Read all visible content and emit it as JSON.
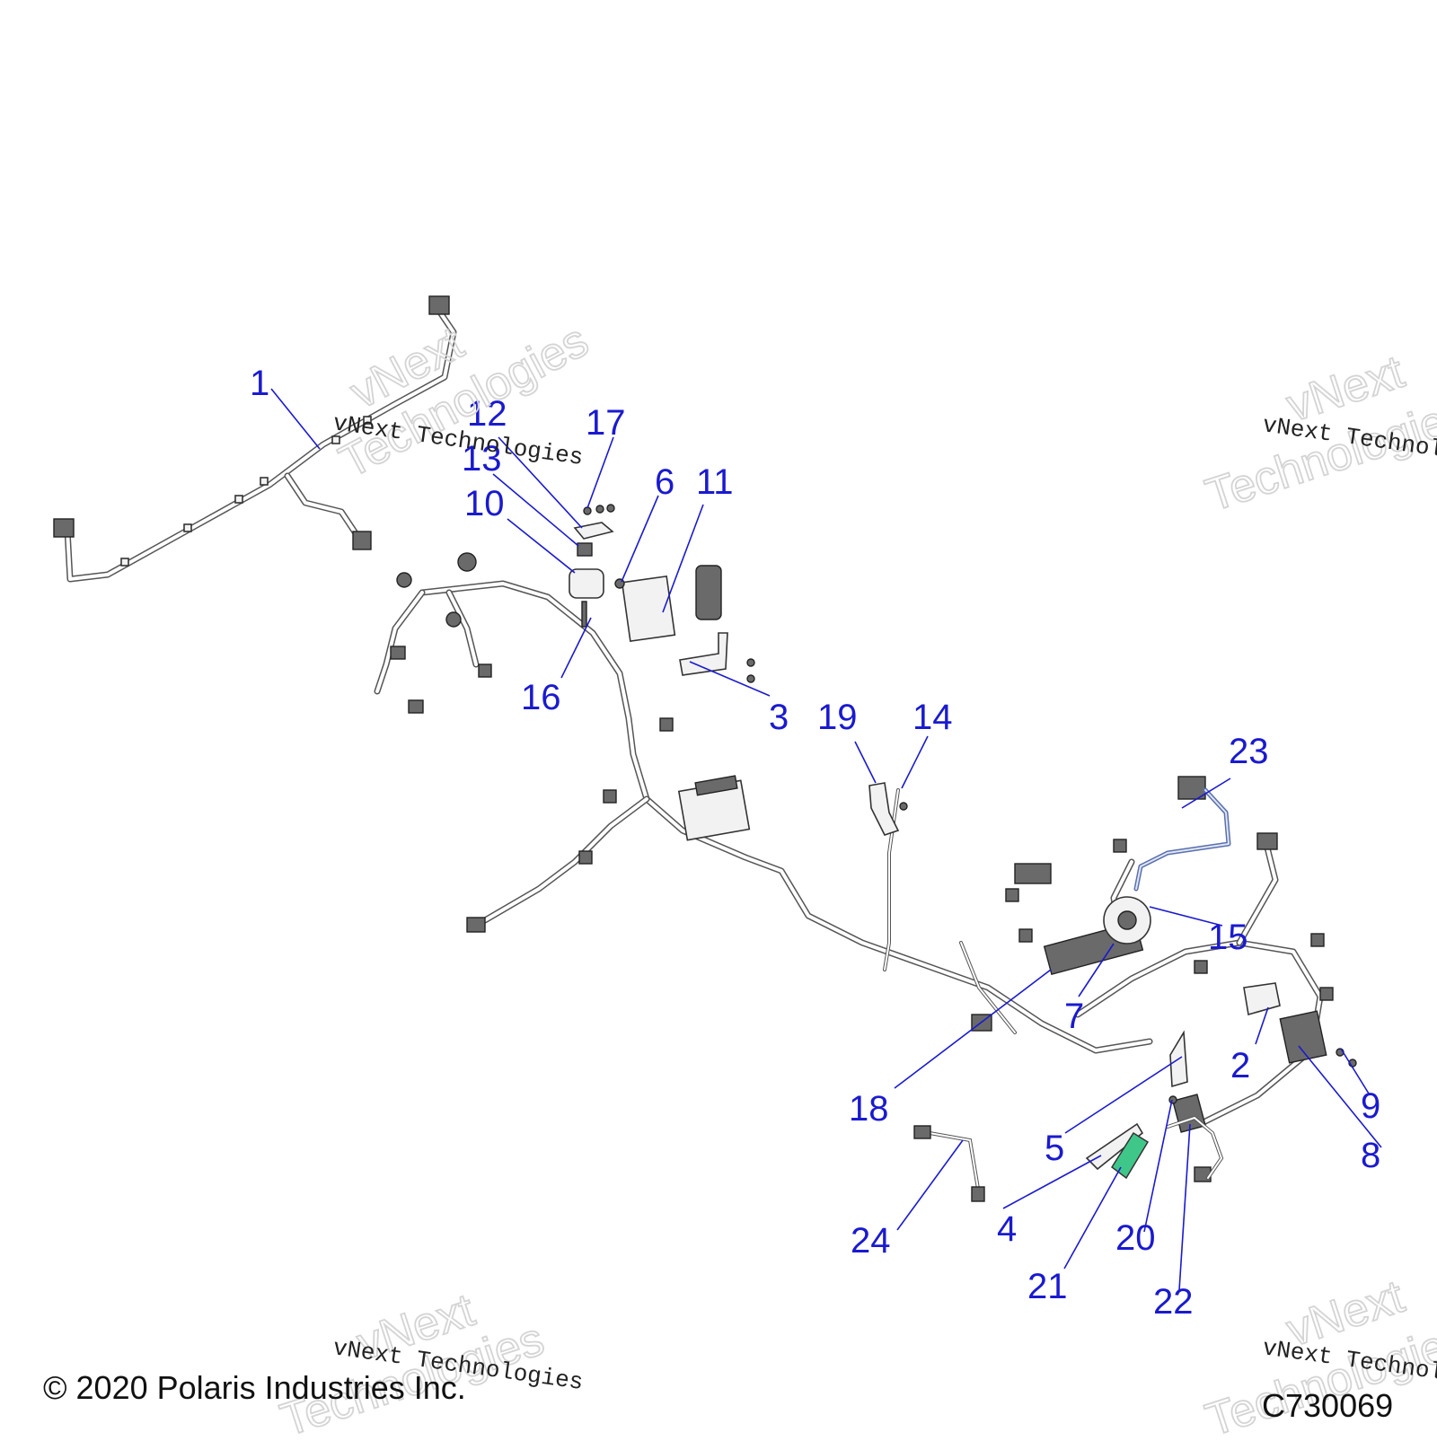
{
  "diagram": {
    "callouts": [
      "1",
      "2",
      "3",
      "4",
      "5",
      "6",
      "7",
      "8",
      "9",
      "10",
      "11",
      "12",
      "13",
      "14",
      "15",
      "16",
      "17",
      "18",
      "19",
      "20",
      "21",
      "22",
      "23",
      "24"
    ]
  },
  "watermark": {
    "line_small": "vNext Technologies",
    "line_big_1": "vNext",
    "line_big_2": "Technologies"
  },
  "footer": {
    "copyright": "© 2020 Polaris Industries Inc.",
    "code": "C730069"
  },
  "colors": {
    "callout": "#1a1ad0",
    "highlight_blue": "#5a6fae",
    "highlight_green": "#3fc78a"
  }
}
